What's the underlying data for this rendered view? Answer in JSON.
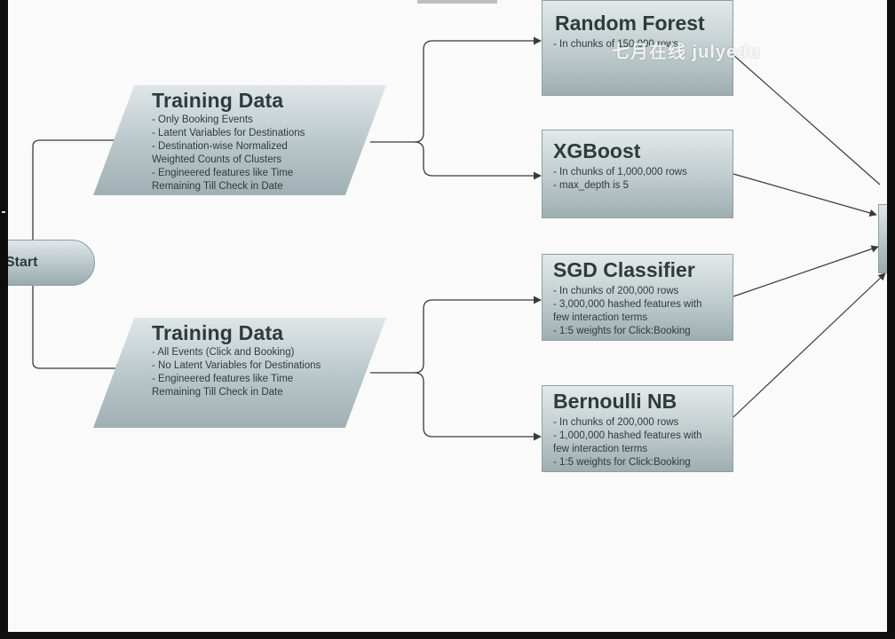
{
  "start": {
    "label": "Start"
  },
  "training_data_1": {
    "title": "Training Data",
    "lines": [
      "- Only Booking Events",
      "- Latent Variables for Destinations",
      "- Destination-wise Normalized",
      "Weighted Counts of Clusters",
      "- Engineered features like Time",
      "Remaining Till Check in Date"
    ]
  },
  "training_data_2": {
    "title": "Training Data",
    "lines": [
      "- All Events (Click and Booking)",
      "- No Latent Variables for Destinations",
      "- Engineered features like Time",
      "Remaining Till Check in Date"
    ]
  },
  "models": {
    "random_forest": {
      "title": "Random Forest",
      "lines": [
        "- In chunks of 150,000 rows"
      ]
    },
    "xgboost": {
      "title": "XGBoost",
      "lines": [
        "- In chunks of 1,000,000 rows",
        "- max_depth is 5"
      ]
    },
    "sgd_classifier": {
      "title": "SGD Classifier",
      "lines": [
        "- In chunks of 200,000 rows",
        "- 3,000,000 hashed features with",
        "few interaction terms",
        "- 1:5 weights for Click:Booking"
      ]
    },
    "bernoulli_nb": {
      "title": "Bernoulli NB",
      "lines": [
        "- In chunks of 200,000 rows",
        "- 1,000,000 hashed features with",
        "few interaction terms",
        "- 1:5 weights for Click:Booking"
      ]
    }
  },
  "watermark": {
    "text": "七月在线 julyedu"
  },
  "colors": {
    "node_fill_top": "#dfe6e8",
    "node_fill_bottom": "#9fb0b3",
    "connector": "#3a3a3a",
    "text": "#2e3a3c"
  }
}
